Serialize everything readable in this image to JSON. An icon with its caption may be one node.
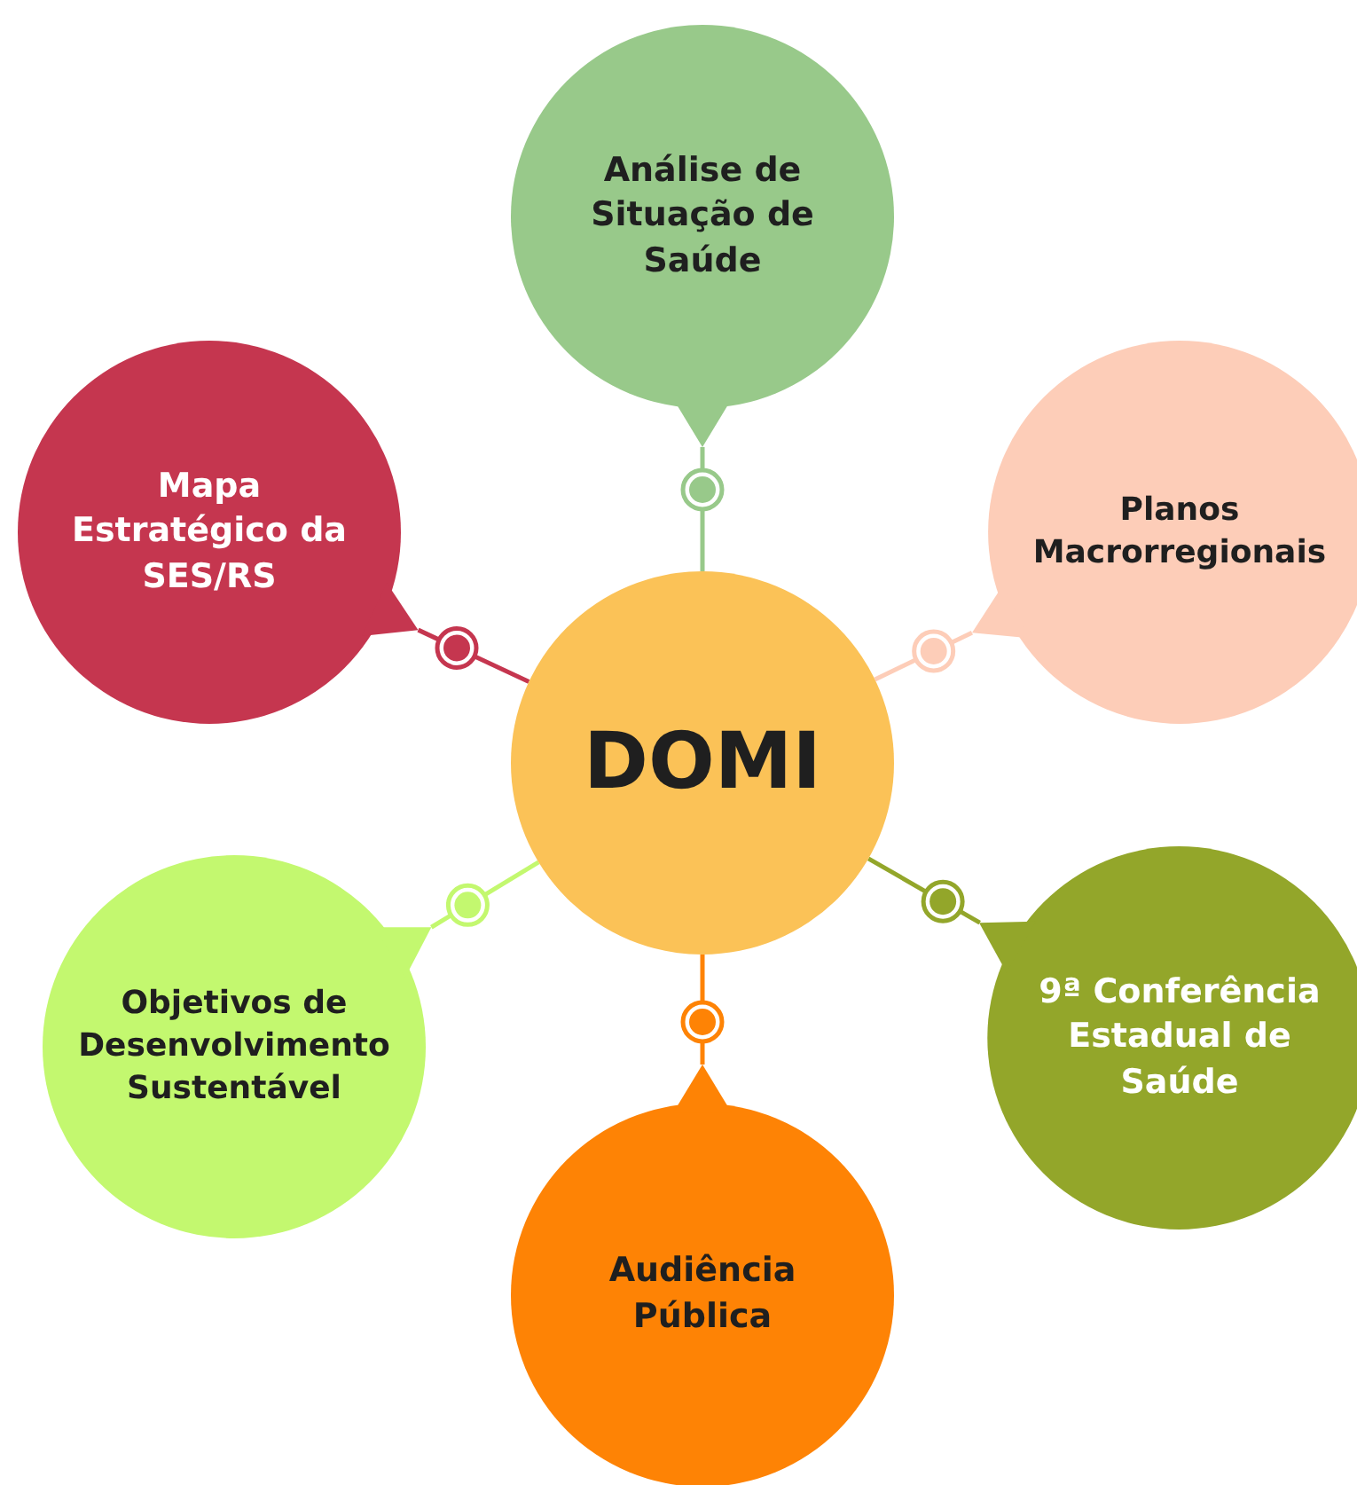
{
  "diagram": {
    "nodes": [
      {
        "text": [
          "Análise de Situação de Saúde"
        ]
      },
      {
        "text": [
          "Mapa Estratégico da SES/RS"
        ]
      },
      {
        "text": [
          "Planos Macrorregionais"
        ]
      },
      {
        "text": [
          "DOMI"
        ]
      },
      {
        "text": [
          "Objetivos de Desenvolvimento Sustentável"
        ]
      },
      {
        "text": [
          "9ª Conferência Estadual de Saúde"
        ]
      },
      {
        "text": [
          "Audiência Pública"
        ]
      }
    ],
    "edges": [
      {
        "from": 3,
        "to": 0,
        "arrow": "none",
        "color": "#98c98a"
      },
      {
        "from": 3,
        "to": 1,
        "arrow": "none",
        "color": "#c5364f"
      },
      {
        "from": 3,
        "to": 2,
        "arrow": "none",
        "color": "#fdcdb8"
      },
      {
        "from": 3,
        "to": 4,
        "arrow": "none",
        "color": "#c3f86f"
      },
      {
        "from": 3,
        "to": 5,
        "arrow": "none",
        "color": "#93a62a"
      },
      {
        "from": 3,
        "to": 6,
        "arrow": "none",
        "color": "#fe8305"
      }
    ]
  }
}
